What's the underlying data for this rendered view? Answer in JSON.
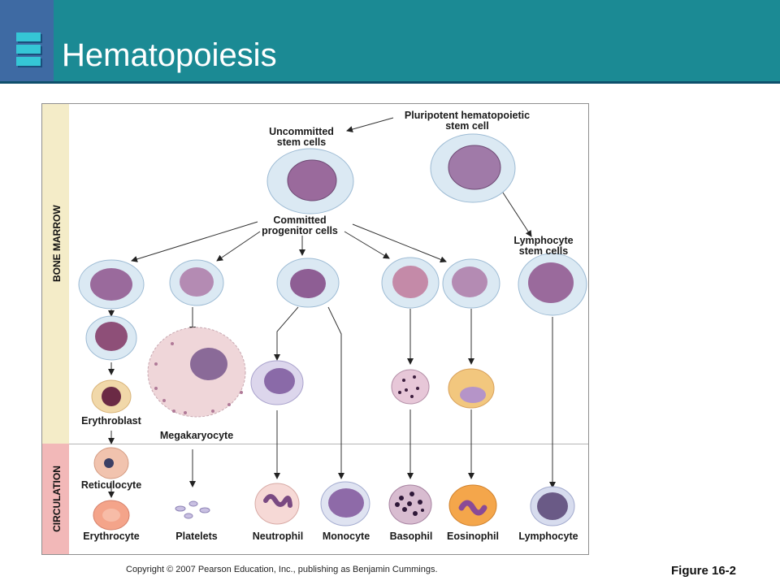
{
  "slide": {
    "title": "Hematopoiesis",
    "figure_number": "Figure 16-2",
    "copyright": "Copyright © 2007 Pearson Education, Inc., publishing as Benjamin Cummings."
  },
  "diagram": {
    "zones": {
      "bone_marrow": "BONE MARROW",
      "circulation": "CIRCULATION"
    },
    "labels": {
      "pluripotent_1": "Pluripotent hematopoietic",
      "pluripotent_2": "stem cell",
      "uncommitted_1": "Uncommitted",
      "uncommitted_2": "stem cells",
      "committed_1": "Committed",
      "committed_2": "progenitor cells",
      "lymph_stem_1": "Lymphocyte",
      "lymph_stem_2": "stem cells",
      "erythroblast": "Erythroblast",
      "megakaryocyte": "Megakaryocyte",
      "reticulocyte": "Reticulocyte",
      "erythrocyte": "Erythrocyte",
      "platelets": "Platelets",
      "neutrophil": "Neutrophil",
      "monocyte": "Monocyte",
      "basophil": "Basophil",
      "eosinophil": "Eosinophil",
      "lymphocyte": "Lymphocyte"
    }
  },
  "colors": {
    "header": "#1b8a94",
    "header_strip": "#3e6aa3",
    "bone_marrow_band": "#f4ecc8",
    "circulation_band": "#f2b8b8",
    "cell_cytoplasm": "#dbe9f3",
    "cell_nucleus": "#9a6a9c"
  }
}
